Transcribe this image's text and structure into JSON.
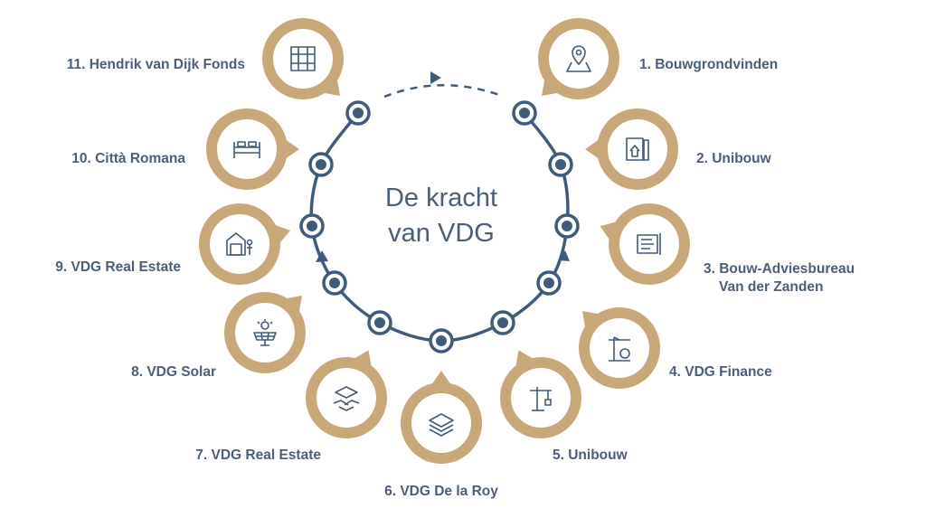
{
  "title_line1": "De kracht",
  "title_line2": "van VDG",
  "colors": {
    "gold": "#c8a878",
    "navy": "#3f5a7a",
    "text": "#4b5e77"
  },
  "items": [
    {
      "label": "1. Bouwgrondvinden",
      "icon": "map-pin-icon"
    },
    {
      "label": "2. Unibouw",
      "icon": "house-blueprint-icon"
    },
    {
      "label": "3. Bouw-Adviesbureau",
      "label2": "Van der Zanden",
      "icon": "blueprint-tools-icon"
    },
    {
      "label": "4. VDG Finance",
      "icon": "crane-money-icon"
    },
    {
      "label": "5. Unibouw",
      "icon": "crane-icon"
    },
    {
      "label": "6. VDG De la Roy",
      "icon": "layers-icon"
    },
    {
      "label": "7. VDG Real Estate",
      "icon": "handshake-building-icon"
    },
    {
      "label": "8. VDG Solar",
      "icon": "solar-panel-icon"
    },
    {
      "label": "9. VDG Real Estate",
      "icon": "warehouse-person-icon"
    },
    {
      "label": "10. Città Romana",
      "icon": "bed-icon"
    },
    {
      "label": "11. Hendrik van Dijk Fonds",
      "icon": "hashtag-icon"
    }
  ]
}
